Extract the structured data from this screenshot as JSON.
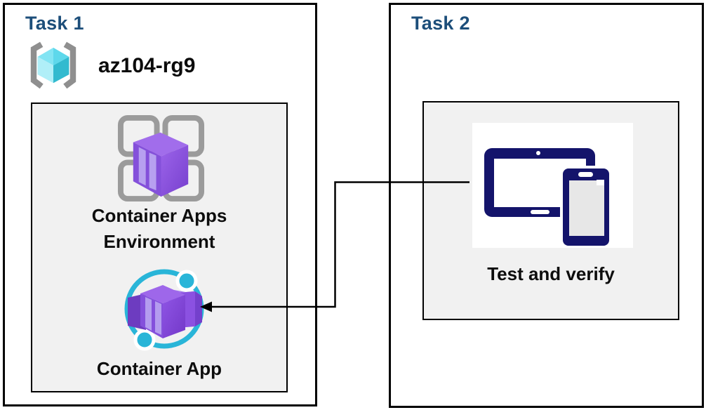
{
  "diagram": {
    "background": "#FFFFFF",
    "task1": {
      "title": "Task 1",
      "resource_group": {
        "name": "az104-rg9",
        "icon": "azure-resource-group"
      },
      "environment": {
        "label_line1": "Container Apps",
        "label_line2": "Environment",
        "icon": "container-apps-environment"
      },
      "app": {
        "label": "Container App",
        "icon": "container-app"
      }
    },
    "task2": {
      "title": "Task 2",
      "test": {
        "label": "Test and verify",
        "icon": "tablet-and-phone"
      }
    },
    "connector": {
      "from": "Test and verify",
      "to": "Container App",
      "type": "elbow-arrow",
      "color": "#000000"
    },
    "colors": {
      "task_title_blue": "#1C4E7A",
      "box_border": "#000000",
      "panel_background": "#F1F1F1",
      "label_text": "#0D0D0D",
      "bracket_gray": "#8F8F8F",
      "cube_cyan_light": "#82E4F3",
      "cube_cyan_dark": "#32BACF",
      "app_purple": "#8450DC",
      "ring_cyan": "#29B5D8",
      "device_navy": "#14146B"
    }
  }
}
